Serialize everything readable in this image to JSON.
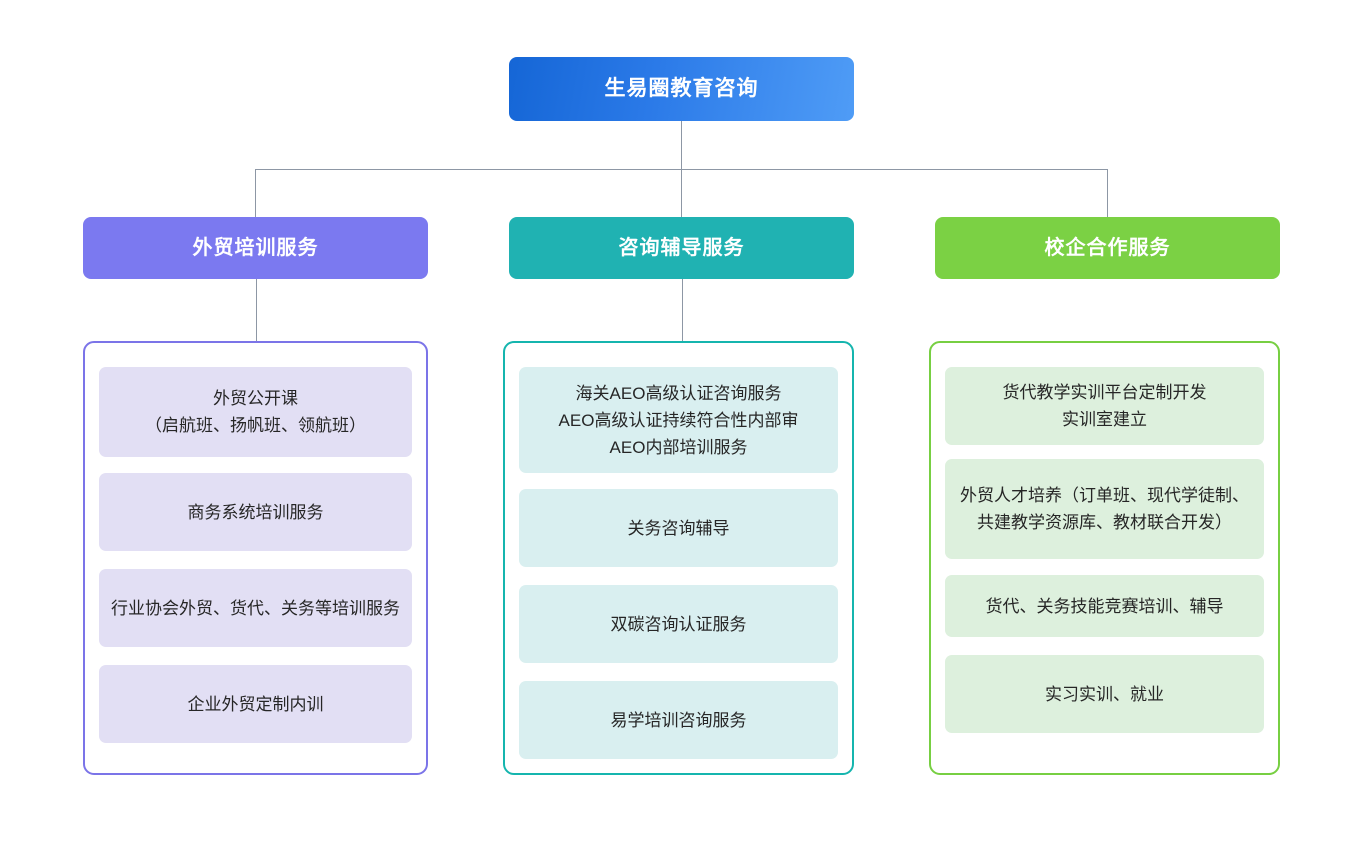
{
  "root": {
    "label": "生易圈教育咨询",
    "color": "#2b7ae8"
  },
  "connector_color": "#8d97a5",
  "columns": [
    {
      "id": "waimao-peixun",
      "header_label": "外贸培训服务",
      "header_color": "#7b79f0",
      "panel_border_color": "#7b74e8",
      "leaf_bg_color": "#e2dff4",
      "has_connector_to_panel": true,
      "items": [
        {
          "label": "外贸公开课\n（启航班、扬帆班、领航班）"
        },
        {
          "label": "商务系统培训服务"
        },
        {
          "label": "行业协会外贸、货代、关务等培训服务"
        },
        {
          "label": "企业外贸定制内训"
        }
      ]
    },
    {
      "id": "zixun-fudao",
      "header_label": "咨询辅导服务",
      "header_color": "#20b2b2",
      "panel_border_color": "#15b5ae",
      "leaf_bg_color": "#d9eff0",
      "has_connector_to_panel": true,
      "items": [
        {
          "label": "海关AEO高级认证咨询服务\nAEO高级认证持续符合性内部审\nAEO内部培训服务"
        },
        {
          "label": "关务咨询辅导"
        },
        {
          "label": "双碳咨询认证服务"
        },
        {
          "label": "易学培训咨询服务"
        }
      ]
    },
    {
      "id": "xiaoqi-hezuo",
      "header_label": "校企合作服务",
      "header_color": "#7bd144",
      "panel_border_color": "#77cf42",
      "leaf_bg_color": "#ddf0dd",
      "has_connector_to_panel": false,
      "items": [
        {
          "label": "货代教学实训平台定制开发\n实训室建立"
        },
        {
          "label": "外贸人才培养（订单班、现代学徒制、共建教学资源库、教材联合开发）"
        },
        {
          "label": "货代、关务技能竞赛培训、辅导"
        },
        {
          "label": "实习实训、就业"
        }
      ]
    }
  ]
}
